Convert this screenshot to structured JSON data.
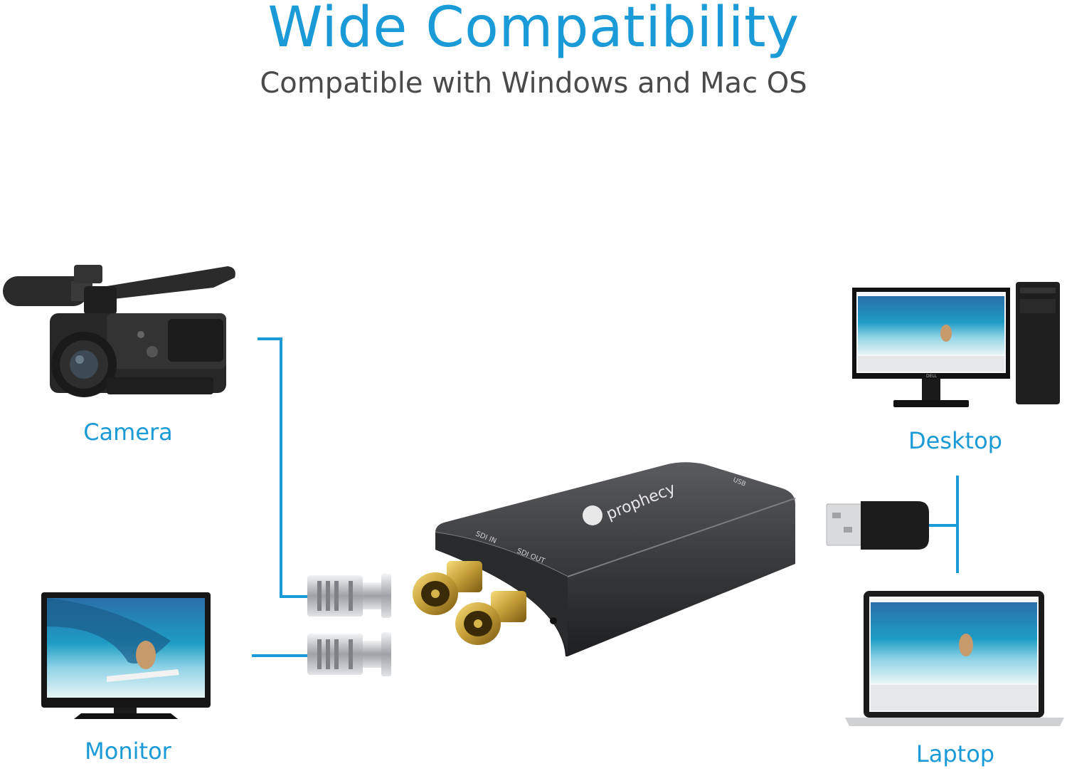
{
  "header": {
    "title": "Wide Compatibility",
    "subtitle": "Compatible with Windows and Mac OS"
  },
  "devices": {
    "camera": "Camera",
    "monitor": "Monitor",
    "desktop": "Desktop",
    "laptop": "Laptop"
  },
  "converter": {
    "brand": "prophecy",
    "port_in": "SDI IN",
    "port_out": "SDI OUT",
    "port_usb": "USB"
  },
  "monitor_brand": "DELL",
  "colors": {
    "accent": "#1a9ad6",
    "subtitle": "#4a4a4a",
    "device_body": "#3a3b3d",
    "connector_gold": "#c8a23a",
    "connector_silver": "#b9bcbf"
  }
}
